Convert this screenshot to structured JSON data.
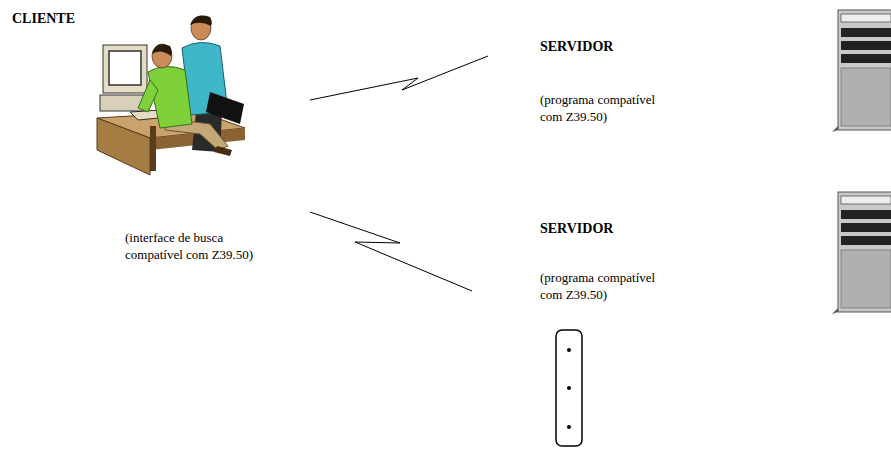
{
  "diagram": {
    "nodes": [
      {
        "text": [
          "CLIENTE",
          "(interface de busca compatível com Z39.50)"
        ]
      },
      {
        "text": [
          "SERVIDOR",
          "(programa compatível com Z39.50)"
        ]
      },
      {
        "text": [
          "SERVIDOR",
          "(programa compatível com Z39.50)"
        ]
      }
    ],
    "edges": [
      {
        "from": 0,
        "to": 1,
        "arrow": "none"
      },
      {
        "from": 0,
        "to": 2,
        "arrow": "none"
      }
    ]
  }
}
